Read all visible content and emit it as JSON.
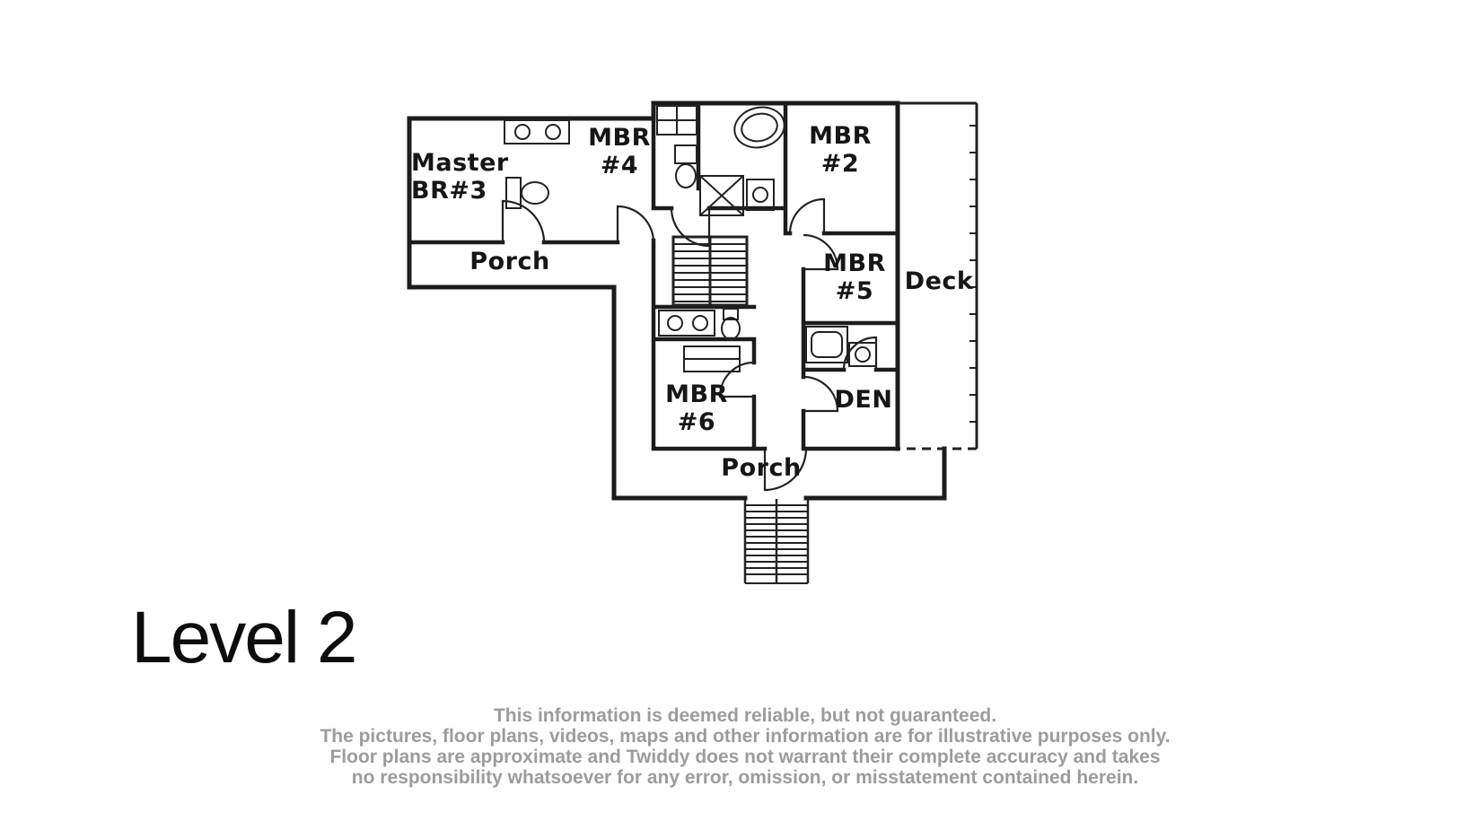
{
  "floor_plan": {
    "title": "Level 2",
    "rooms": [
      {
        "label": "Master\nBR#3"
      },
      {
        "label": "MBR\n#4"
      },
      {
        "label": "MBR\n#2"
      },
      {
        "label": "Porch"
      },
      {
        "label": "MBR\n#5"
      },
      {
        "label": "Deck"
      },
      {
        "label": "MBR\n#6"
      },
      {
        "label": "DEN"
      },
      {
        "label": "Porch"
      }
    ]
  },
  "disclaimer": {
    "lines": [
      "This information is deemed reliable, but not guaranteed.",
      "The pictures, floor plans, videos, maps and other information are for illustrative purposes only.",
      "Floor plans are approximate and Twiddy does not warrant their complete accuracy and takes",
      "no responsibility whatsoever for any error, omission, or misstatement contained herein."
    ]
  },
  "colors": {
    "wall": "#1c1c1c",
    "label_text": "#161616",
    "disclaimer_text": "#9c9c9c",
    "background": "#ffffff"
  }
}
